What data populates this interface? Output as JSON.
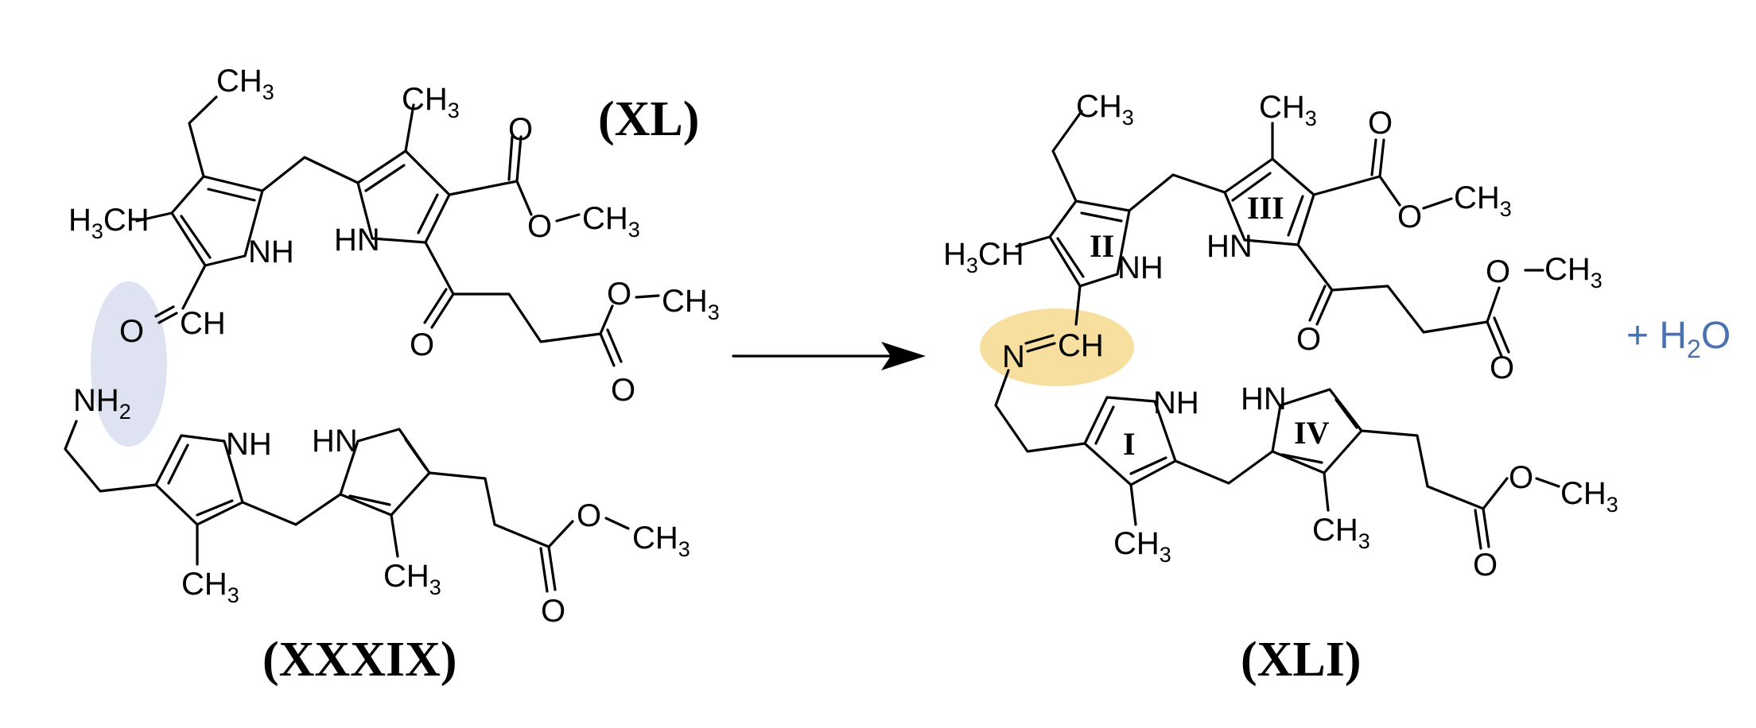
{
  "compounds": {
    "left_top_label": "(XL)",
    "left_bottom_label": "(XXXIX)",
    "product_label": "(XLI)"
  },
  "ring_labels": [
    "II",
    "III",
    "I",
    "IV"
  ],
  "byproduct": {
    "text": "+ H",
    "subscript": "2",
    "tail": "O"
  },
  "atoms": {
    "ch": "CH",
    "h": "H",
    "nh": "NH",
    "hn": "HN",
    "n": "N",
    "o": "O",
    "three": "3",
    "two": "2"
  },
  "colors": {
    "aldehyde_highlight": "#dfe3f1",
    "imine_highlight": "#f7dfa0",
    "water_text": "#4a72b0"
  },
  "icons": {
    "reaction_arrow": "arrow-right-icon"
  }
}
